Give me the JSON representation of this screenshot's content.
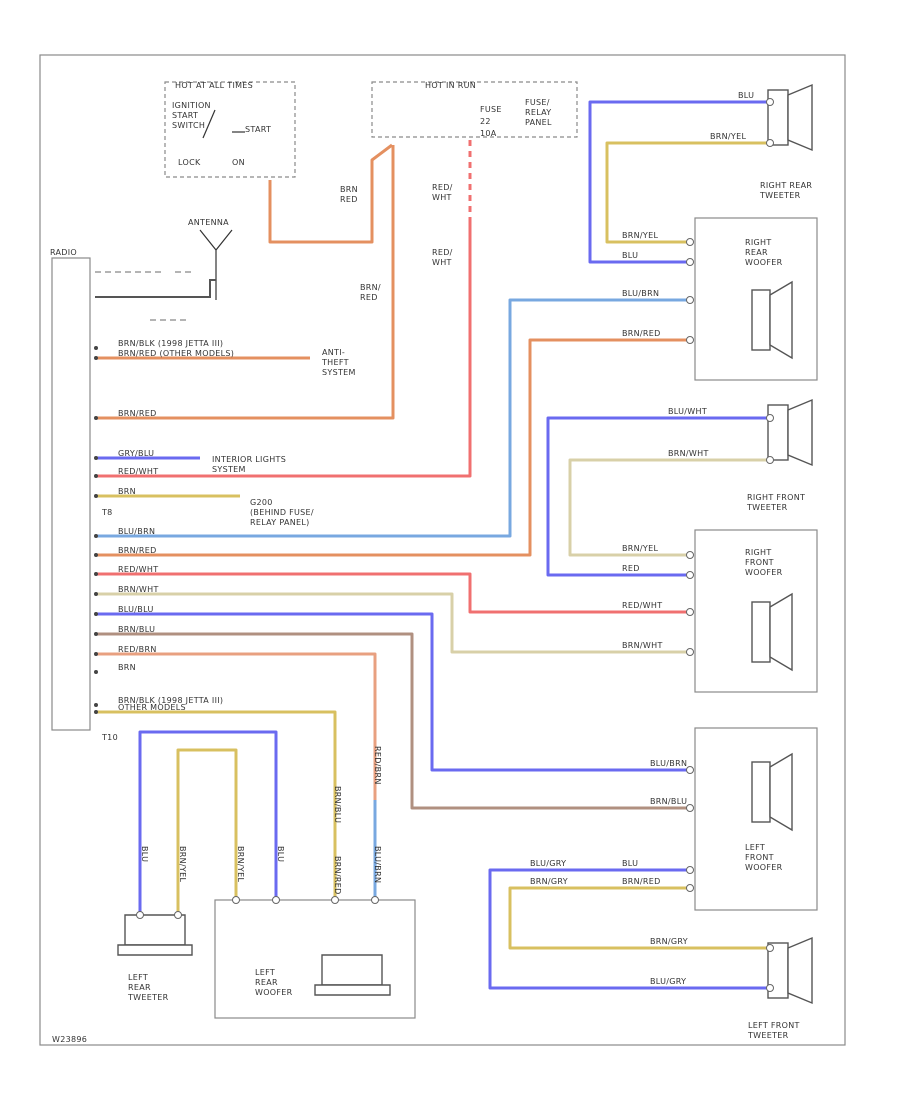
{
  "colors": {
    "blue": "#6a6af0",
    "yellow": "#d8c060",
    "brown_red": "#e49060",
    "red": "#f07070",
    "brown_white": "#d8d0a8",
    "blue_white": "#78a8e0",
    "brown_blue": "#b09080",
    "red_brown": "#e8a080",
    "brown_black": "#a0a0a0"
  },
  "labels": {
    "ignition": "HOT AT ALL TIMES",
    "ignition_switch": "IGNITION\nSTART\nSWITCH",
    "lock": "LOCK",
    "on": "ON",
    "start": "START",
    "fuse_header": "HOT IN RUN",
    "fuse_line1": "FUSE",
    "fuse_line2": "22",
    "fuse_line3": "10A",
    "fuse_panel": "FUSE/\nRELAY\nPANEL",
    "brn_red_1": "BRN\nRED",
    "red_wht_1": "RED/\nWHT",
    "red_wht_2": "RED/\nWHT",
    "brn_red_2": "BRN/\nRED",
    "antenna": "ANTENNA",
    "radio": "RADIO",
    "anti_theft": "ANTI-\nTHEFT\nSYSTEM",
    "interior_lights": "INTERIOR LIGHTS\nSYSTEM",
    "g_note": "G200\n(BEHIND FUSE/\nRELAY PANEL)",
    "t8": "T8",
    "t10": "T10",
    "right_rear_tweeter": "RIGHT REAR\nTWEETER",
    "right_rear_woofer": "RIGHT\nREAR\nWOOFER",
    "right_front_tweeter": "RIGHT FRONT\nTWEETER",
    "right_front_woofer": "RIGHT\nFRONT\nWOOFER",
    "left_front_woofer": "LEFT\nFRONT\nWOOFER",
    "left_front_tweeter": "LEFT FRONT\nTWEETER",
    "left_rear_tweeter": "LEFT\nREAR\nTWEETER",
    "left_rear_woofer": "LEFT\nREAR\nWOOFER",
    "footer_code": "W23896"
  },
  "wire_labels": [
    "BLU",
    "BRN/YEL",
    "BRN/YEL",
    "BLU",
    "BLU/BRN",
    "BRN/RED",
    "BLU/WHT",
    "BRN/WHT",
    "BRN/YEL",
    "RED",
    "RED/WHT",
    "BRN/WHT",
    "BLU/BRN",
    "BRN/BLU",
    "BLU/GRY",
    "BRN/GRY",
    "BLU",
    "BRN/RED",
    "BRN/GRY",
    "BLU/GRY",
    "BLU",
    "BRN/YEL",
    "BRN/YEL",
    "BLU",
    "BRN/BLU",
    "BRN/RED",
    "RED/BRN",
    "BLU/BRN"
  ],
  "radio_pins": [
    "BRN/BLK (1998 JETTA III)",
    "BRN/RED (OTHER MODELS)",
    "BRN/RED",
    "GRY/BLU",
    "RED/WHT",
    "BRN",
    "BLU/BRN",
    "BRN/RED",
    "RED/WHT",
    "BRN/WHT",
    "BLU/BLU",
    "BRN/BLU",
    "RED/BRN",
    "BRN",
    "BRN/BLK (1998 JETTA III)",
    "OTHER MODELS"
  ]
}
